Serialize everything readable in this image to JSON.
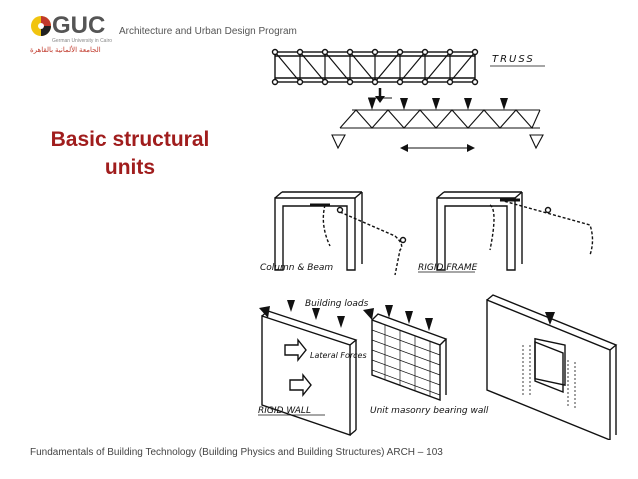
{
  "header": {
    "logo_text": "GUC",
    "logo_subtitle": "German University in Cairo",
    "logo_arabic": "الجامعة الألمانية بالقاهرة",
    "program": "Architecture and Urban Design Program"
  },
  "slide": {
    "title_line1": "Basic structural",
    "title_line2": "units"
  },
  "figure": {
    "truss_label": "TRUSS",
    "column_beam_label": "Column & Beam",
    "rigid_frame_label": "RIGID FRAME",
    "building_loads_label": "Building loads",
    "lateral_forces_label": "Lateral Forces",
    "rigid_wall_label": "RIGID WALL",
    "masonry_label": "Unit masonry bearing wall"
  },
  "footer": {
    "text": "Fundamentals of Building Technology (Building Physics and Building Structures)   ARCH – 103"
  },
  "colors": {
    "title": "#a01d1d",
    "logo_red": "#c0392b",
    "logo_yellow": "#f1c40f",
    "text": "#555555"
  }
}
